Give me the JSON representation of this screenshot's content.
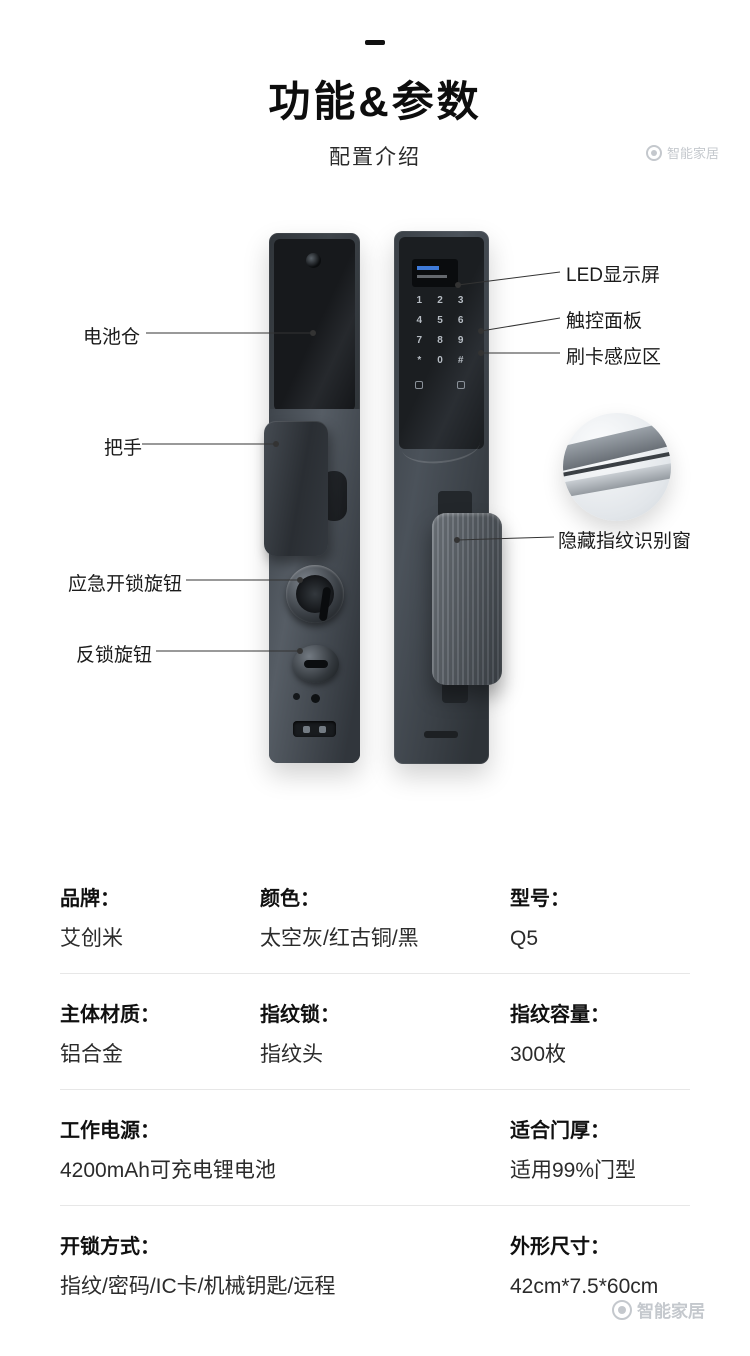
{
  "header": {
    "title": "功能&参数",
    "subtitle": "配置介绍"
  },
  "callouts": {
    "left": [
      "电池仓",
      "把手",
      "应急开锁旋钮",
      "反锁旋钮"
    ],
    "right": [
      "LED显示屏",
      "触控面板",
      "刷卡感应区",
      "隐藏指纹识别窗"
    ]
  },
  "lock": {
    "keypad_keys": [
      "1",
      "2",
      "3",
      "4",
      "5",
      "6",
      "7",
      "8",
      "9",
      "*",
      "0",
      "#"
    ]
  },
  "specs": {
    "rows": [
      {
        "cells": [
          {
            "label": "品牌：",
            "value": "艾创米"
          },
          {
            "label": "颜色：",
            "value": "太空灰/红古铜/黑"
          },
          {
            "label": "型号：",
            "value": "Q5"
          }
        ]
      },
      {
        "cells": [
          {
            "label": "主体材质：",
            "value": "铝合金"
          },
          {
            "label": "指纹锁：",
            "value": "指纹头"
          },
          {
            "label": "指纹容量：",
            "value": "300枚"
          }
        ]
      },
      {
        "cells": [
          {
            "label": "工作电源：",
            "value": "4200mAh可充电锂电池"
          },
          {
            "label": "适合门厚：",
            "value": "适用99%门型"
          }
        ]
      },
      {
        "cells": [
          {
            "label": "开锁方式：",
            "value": "指纹/密码/IC卡/机械钥匙/远程"
          },
          {
            "label": "外形尺寸：",
            "value": "42cm*7.5*60cm"
          }
        ]
      }
    ]
  },
  "watermark": {
    "text": "智能家居"
  },
  "colors": {
    "accent_blue": "#3f7bd9",
    "line": "#333333",
    "separator": "#e7e7e7"
  }
}
